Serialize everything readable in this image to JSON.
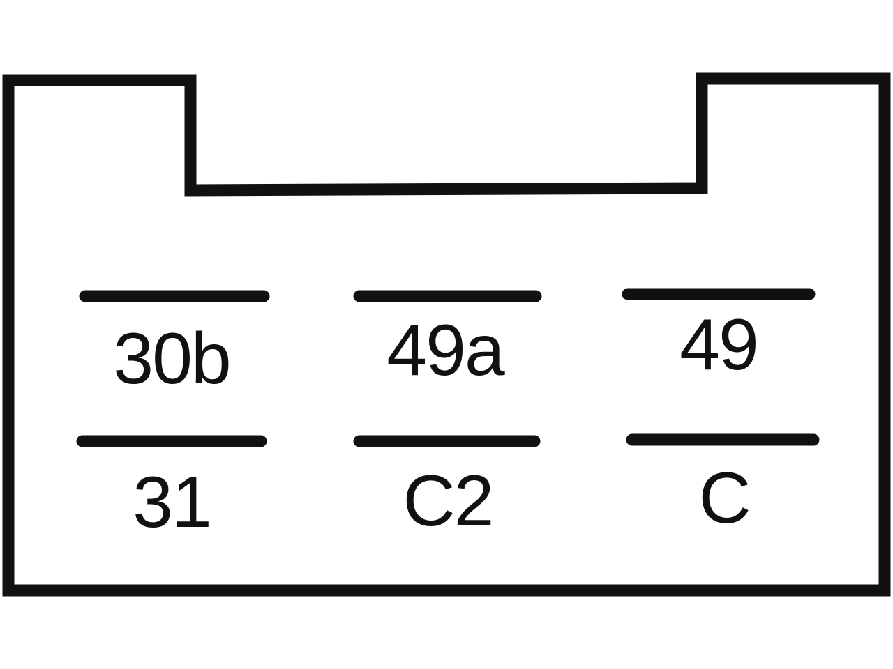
{
  "diagram": {
    "colors": {
      "line": "#111111",
      "background": "#ffffff"
    },
    "pins": [
      {
        "label": "30b",
        "row": "top",
        "column": "left"
      },
      {
        "label": "49a",
        "row": "top",
        "column": "middle"
      },
      {
        "label": "49",
        "row": "top",
        "column": "right"
      },
      {
        "label": "31",
        "row": "bottom",
        "column": "left"
      },
      {
        "label": "C2",
        "row": "bottom",
        "column": "middle"
      },
      {
        "label": "C",
        "row": "bottom",
        "column": "right"
      }
    ]
  }
}
